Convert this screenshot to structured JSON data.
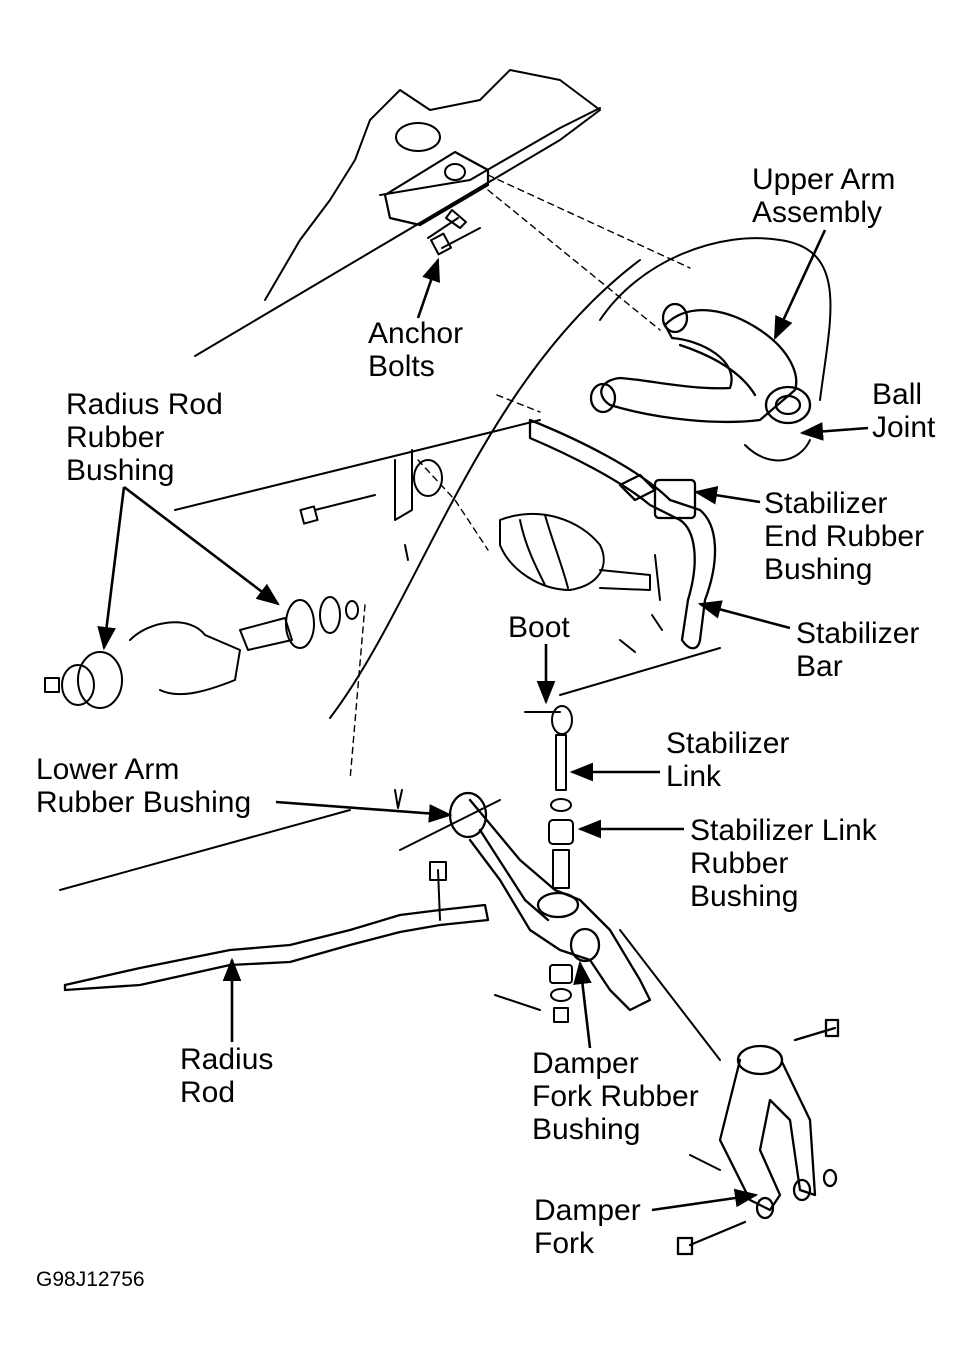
{
  "figure_code": "G98J12756",
  "labels": {
    "upper_arm_assembly": [
      "Upper Arm",
      "Assembly"
    ],
    "anchor_bolts": [
      "Anchor",
      "Bolts"
    ],
    "ball_joint": [
      "Ball",
      "Joint"
    ],
    "radius_rod_rubber_bushing": [
      "Radius Rod",
      "Rubber",
      "Bushing"
    ],
    "stabilizer_end_rubber_bushing": [
      "Stabilizer",
      "End Rubber",
      "Bushing"
    ],
    "stabilizer_bar": [
      "Stabilizer",
      "Bar"
    ],
    "boot": [
      "Boot"
    ],
    "stabilizer_link": [
      "Stabilizer",
      "Link"
    ],
    "lower_arm_rubber_bushing": [
      "Lower Arm",
      "Rubber Bushing"
    ],
    "stabilizer_link_rubber_bushing": [
      "Stabilizer Link",
      "Rubber",
      "Bushing"
    ],
    "radius_rod": [
      "Radius",
      "Rod"
    ],
    "damper_fork_rubber_bushing": [
      "Damper",
      "Fork Rubber",
      "Bushing"
    ],
    "damper_fork": [
      "Damper",
      "Fork"
    ]
  }
}
